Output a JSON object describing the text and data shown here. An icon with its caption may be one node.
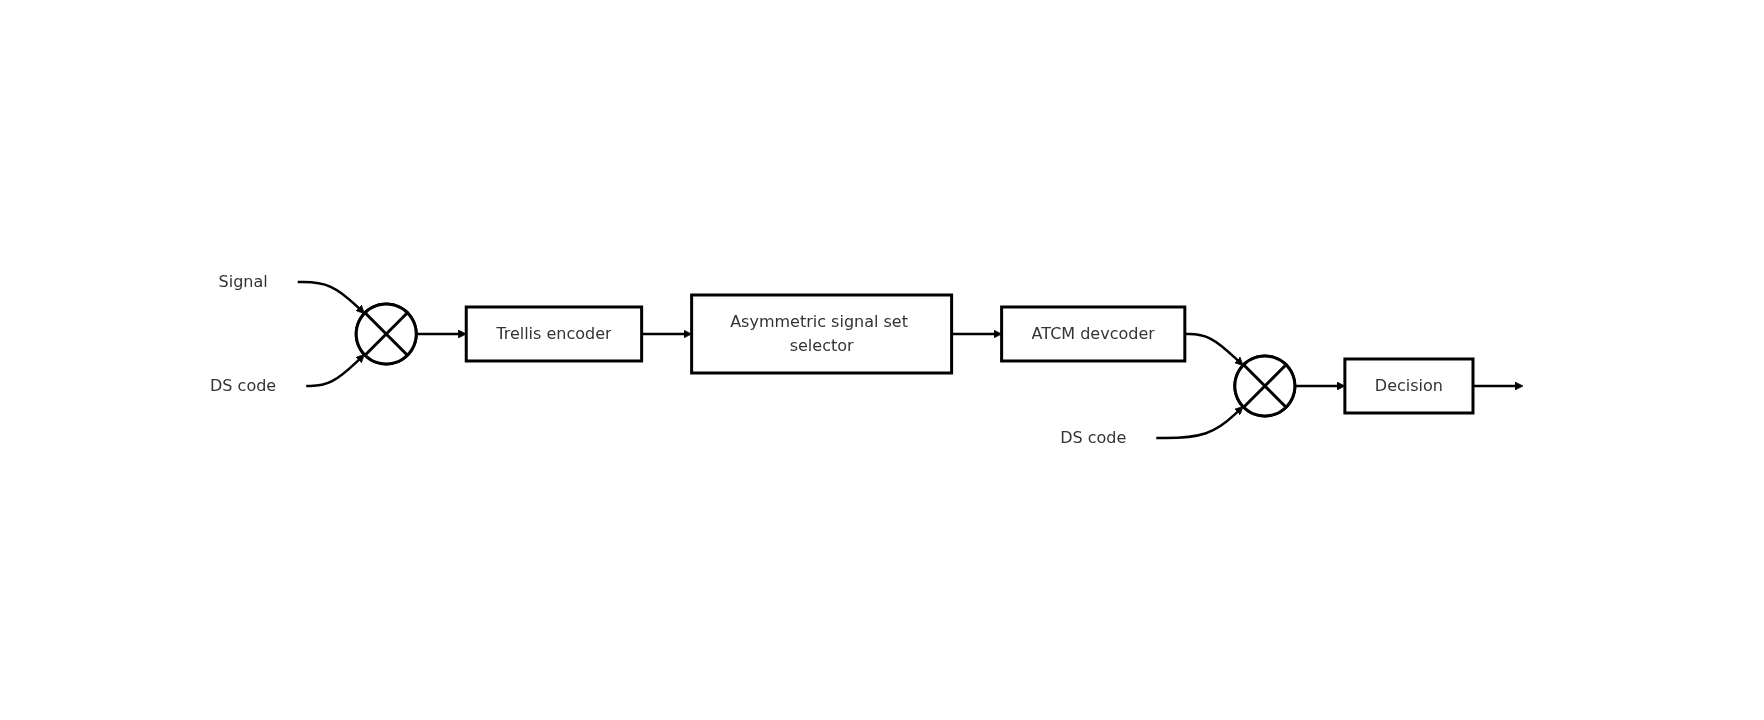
{
  "diagram": {
    "nodes": [
      {
        "text": [
          "Signal"
        ]
      },
      {
        "text": [],
        "shape": "circle"
      },
      {
        "text": [
          "Trellis encoder"
        ]
      },
      {
        "text": [
          "Asymmetric signal set selector"
        ]
      },
      {
        "text": [
          "DS code"
        ]
      },
      {
        "text": [
          "Decision"
        ]
      },
      {
        "text": [],
        "shape": "circle"
      },
      {
        "text": [
          "ATCM devcoder"
        ]
      },
      {
        "text": [
          "DS code"
        ]
      }
    ],
    "edges": [
      {
        "from": 0,
        "to": 1,
        "arrow": "to"
      },
      {
        "from": 4,
        "to": 1,
        "arrow": "to"
      },
      {
        "from": 1,
        "to": 2,
        "arrow": "to"
      },
      {
        "from": 2,
        "to": 3,
        "arrow": "to"
      },
      {
        "from": 3,
        "to": 7,
        "arrow": "to"
      },
      {
        "from": 7,
        "to": 6,
        "arrow": "to"
      },
      {
        "from": 8,
        "to": 6,
        "arrow": "to"
      },
      {
        "from": 6,
        "to": 5,
        "arrow": "to"
      },
      {
        "from": 5,
        "to": null,
        "arrow": "to"
      }
    ]
  }
}
